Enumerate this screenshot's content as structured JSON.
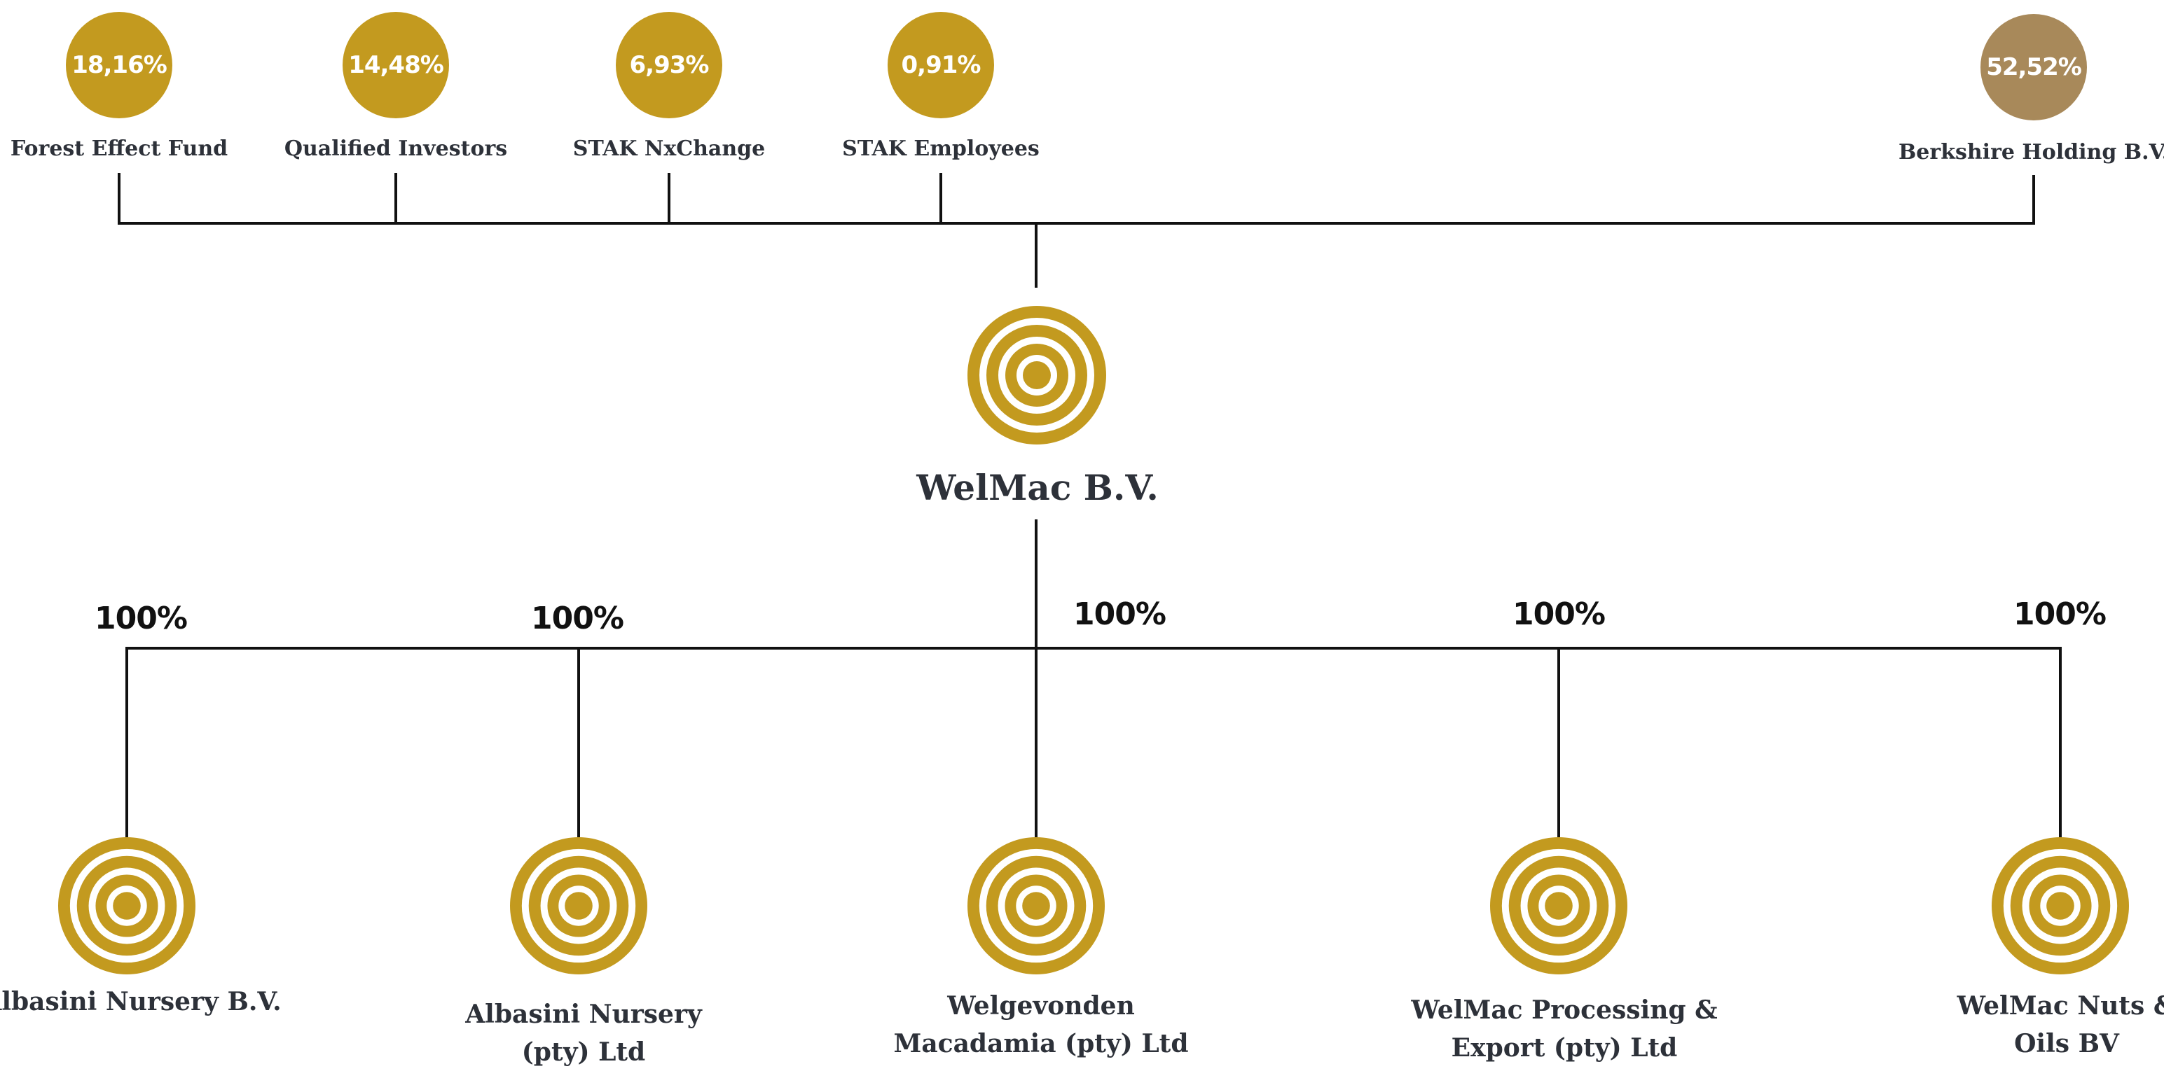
{
  "colors": {
    "gold": "#c39a1f",
    "taupe": "#a8895a",
    "line": "#111111",
    "text": "#2d3139"
  },
  "shareholders": [
    {
      "percent": "18,16%",
      "name": "Forest Effect Fund"
    },
    {
      "percent": "14,48%",
      "name": "Qualified Investors"
    },
    {
      "percent": "6,93%",
      "name": "STAK NxChange"
    },
    {
      "percent": "0,91%",
      "name": "STAK Employees"
    },
    {
      "percent": "52,52%",
      "name": "Berkshire Holding B.V."
    }
  ],
  "main_entity": {
    "name": "WelMac B.V.",
    "icon": "concentric-rings-icon"
  },
  "subsidiaries": [
    {
      "percent": "100%",
      "line1": "Albasini Nursery B.V.",
      "line2": ""
    },
    {
      "percent": "100%",
      "line1": "Albasini Nursery",
      "line2": "(pty) Ltd"
    },
    {
      "percent": "100%",
      "line1": "Welgevonden",
      "line2": "Macadamia (pty) Ltd"
    },
    {
      "percent": "100%",
      "line1": "WelMac Processing &",
      "line2": "Export (pty) Ltd"
    },
    {
      "percent": "100%",
      "line1": "WelMac Nuts &",
      "line2": "Oils BV"
    }
  ]
}
